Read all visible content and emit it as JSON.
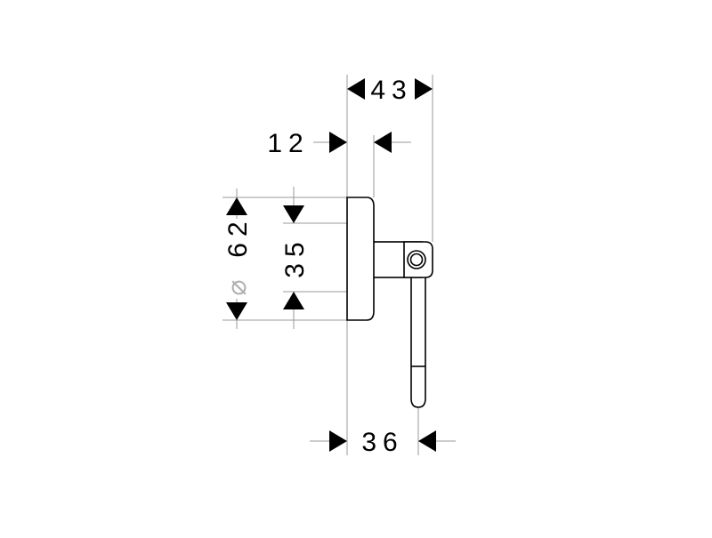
{
  "diagram": {
    "dimensions": {
      "overall_depth": "43",
      "backplate_depth": "12",
      "inner_height": "35",
      "diameter_symbol": "⌀",
      "outer_diameter": "62",
      "hook_offset": "36"
    },
    "colors": {
      "line": "#000000",
      "extension": "#9a9a9a",
      "diameter_symbol": "#b0b0b0",
      "background": "#ffffff"
    }
  }
}
